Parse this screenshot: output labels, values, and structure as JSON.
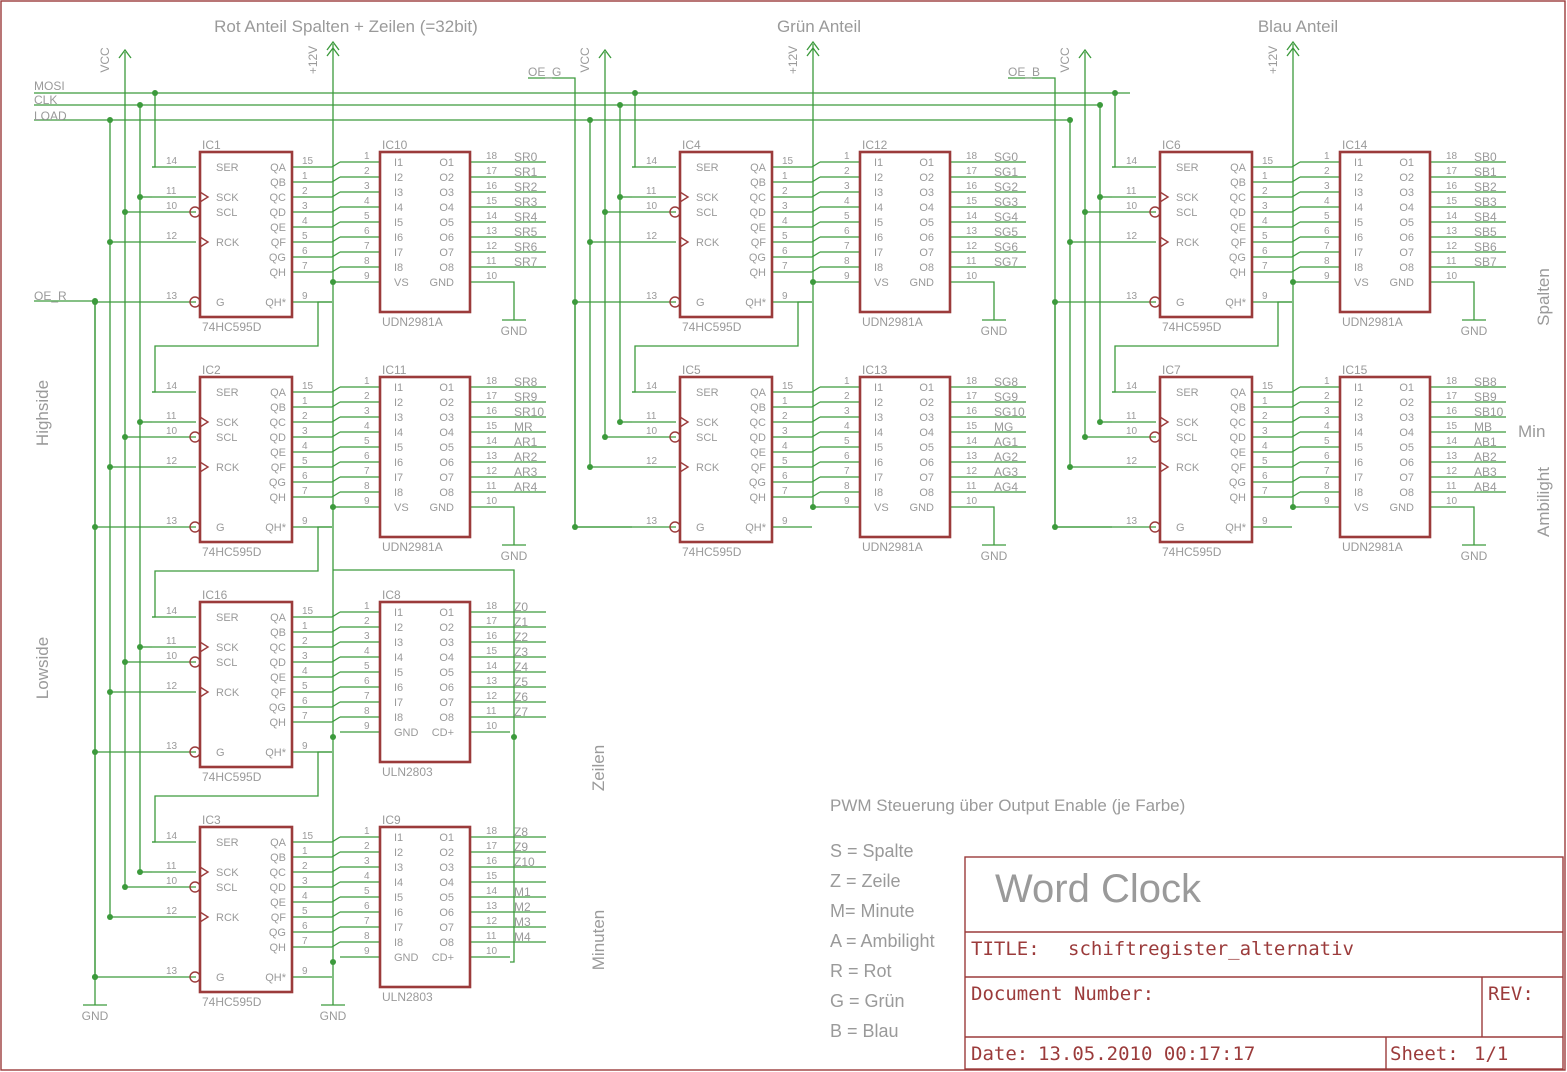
{
  "sections": {
    "red": "Rot Anteil Spalten + Zeilen (=32bit)",
    "green": "Grün Anteil",
    "blue": "Blau Anteil"
  },
  "supply": {
    "vcc": "VCC",
    "v12": "+12V",
    "gnd": "GND"
  },
  "signals": {
    "mosi": "MOSI",
    "clk": "CLK",
    "load": "LOAD",
    "oe_r": "OE_R",
    "oe_g": "OE_G",
    "oe_b": "OE_B"
  },
  "side_labels": {
    "highside": "Highside",
    "lowside": "Lowside",
    "zeilen": "Zeilen",
    "minuten": "Minuten",
    "spalten": "Spalten",
    "min": "Min",
    "ambilight": "Ambilight"
  },
  "chips": {
    "sr": [
      {
        "name": "IC1",
        "type": "74HC595D"
      },
      {
        "name": "IC2",
        "type": "74HC595D"
      },
      {
        "name": "IC16",
        "type": "74HC595D"
      },
      {
        "name": "IC3",
        "type": "74HC595D"
      },
      {
        "name": "IC4",
        "type": "74HC595D"
      },
      {
        "name": "IC5",
        "type": "74HC595D"
      },
      {
        "name": "IC6",
        "type": "74HC595D"
      },
      {
        "name": "IC7",
        "type": "74HC595D"
      }
    ],
    "drv": [
      {
        "name": "IC10",
        "type": "UDN2981A"
      },
      {
        "name": "IC11",
        "type": "UDN2981A"
      },
      {
        "name": "IC8",
        "type": "ULN2803"
      },
      {
        "name": "IC9",
        "type": "ULN2803"
      },
      {
        "name": "IC12",
        "type": "UDN2981A"
      },
      {
        "name": "IC13",
        "type": "UDN2981A"
      },
      {
        "name": "IC14",
        "type": "UDN2981A"
      },
      {
        "name": "IC15",
        "type": "UDN2981A"
      }
    ]
  },
  "sr_pins": {
    "left": [
      "SER",
      "SCK",
      "SCL",
      "RCK",
      "G"
    ],
    "right": [
      "QA",
      "QB",
      "QC",
      "QD",
      "QE",
      "QF",
      "QG",
      "QH",
      "QH*"
    ],
    "left_nums": [
      "14",
      "11",
      "10",
      "12",
      "13"
    ],
    "right_nums": [
      "15",
      "1",
      "2",
      "3",
      "4",
      "5",
      "6",
      "7",
      "9"
    ]
  },
  "drv_pins": {
    "inputs": [
      "I1",
      "I2",
      "I3",
      "I4",
      "I5",
      "I6",
      "I7",
      "I8"
    ],
    "outputs": [
      "O1",
      "O2",
      "O3",
      "O4",
      "O5",
      "O6",
      "O7",
      "O8"
    ],
    "in_nums": [
      "1",
      "2",
      "3",
      "4",
      "5",
      "6",
      "7",
      "8"
    ],
    "out_nums": [
      "18",
      "17",
      "16",
      "15",
      "14",
      "13",
      "12",
      "11"
    ],
    "udn_bottom": [
      "VS",
      "GND"
    ],
    "uln_bottom": [
      "GND",
      "CD+"
    ],
    "bottom_nums": [
      "9",
      "10"
    ]
  },
  "nets": {
    "ic10": [
      "SR0",
      "SR1",
      "SR2",
      "SR3",
      "SR4",
      "SR5",
      "SR6",
      "SR7"
    ],
    "ic11": [
      "SR8",
      "SR9",
      "SR10",
      "MR",
      "AR1",
      "AR2",
      "AR3",
      "AR4"
    ],
    "ic8": [
      "Z0",
      "Z1",
      "Z2",
      "Z3",
      "Z4",
      "Z5",
      "Z6",
      "Z7"
    ],
    "ic9": [
      "Z8",
      "Z9",
      "Z10",
      "",
      "M1",
      "M2",
      "M3",
      "M4"
    ],
    "ic12": [
      "SG0",
      "SG1",
      "SG2",
      "SG3",
      "SG4",
      "SG5",
      "SG6",
      "SG7"
    ],
    "ic13": [
      "SG8",
      "SG9",
      "SG10",
      "MG",
      "AG1",
      "AG2",
      "AG3",
      "AG4"
    ],
    "ic14": [
      "SB0",
      "SB1",
      "SB2",
      "SB3",
      "SB4",
      "SB5",
      "SB6",
      "SB7"
    ],
    "ic15": [
      "SB8",
      "SB9",
      "SB10",
      "MB",
      "AB1",
      "AB2",
      "AB3",
      "AB4"
    ]
  },
  "notes": {
    "pwm": "PWM Steuerung über Output Enable (je Farbe)",
    "legend": [
      "S = Spalte",
      "Z = Zeile",
      "M= Minute",
      "A = Ambilight",
      "R = Rot",
      "G = Grün",
      "B = Blau"
    ]
  },
  "title_block": {
    "heading": "Word Clock",
    "title_label": "TITLE:",
    "title_value": "schiftregister_alternativ",
    "doc_label": "Document Number:",
    "rev_label": "REV:",
    "date_label": "Date:",
    "date_value": "13.05.2010 00:17:17",
    "sheet_label": "Sheet:",
    "sheet_value": "1/1"
  },
  "colors": {
    "wire": "#3c9a3c",
    "part": "#9b3b3b",
    "text": "#9a9a9a"
  }
}
